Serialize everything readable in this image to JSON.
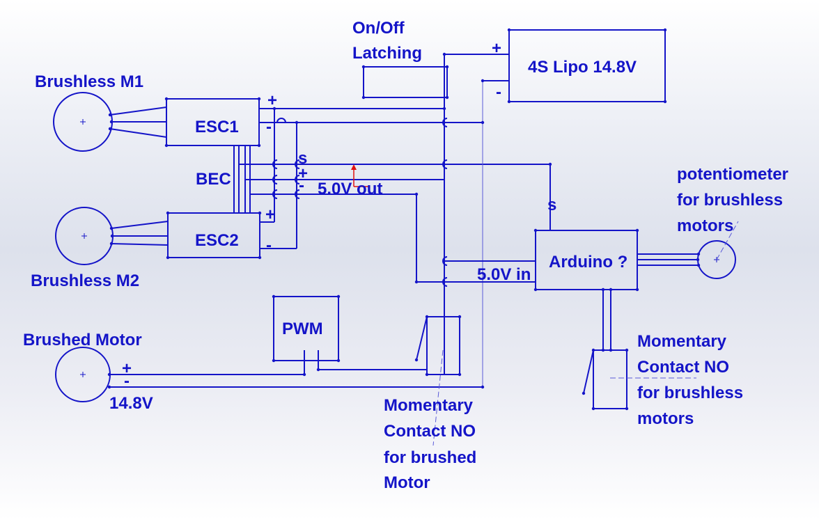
{
  "labels": {
    "on_off_1": "On/Off",
    "on_off_2": "Latching",
    "lipo": "4S Lipo 14.8V",
    "lipo_plus": "+",
    "lipo_minus": "-",
    "brushless_m1": "Brushless M1",
    "brushless_m2": "Brushless M2",
    "esc1": "ESC1",
    "esc2": "ESC2",
    "bec": "BEC",
    "esc1_plus": "+",
    "esc1_minus": "-",
    "esc2_plus": "+",
    "esc2_minus": "-",
    "bec_s": "s",
    "bec_plus": "+",
    "bec_minus": "-",
    "out_5v": "5.0V out",
    "in_5v": "5.0V in",
    "arduino": "Arduino ?",
    "arduino_s": "s",
    "pot_1": "potentiometer",
    "pot_2": "for brushless",
    "pot_3": "motors",
    "pwm": "PWM",
    "brushed_motor": "Brushed Motor",
    "brushed_plus": "+",
    "brushed_minus": "-",
    "brushed_voltage": "14.8V",
    "mc_brushed_1": "Momentary",
    "mc_brushed_2": "Contact NO",
    "mc_brushed_3": "for brushed",
    "mc_brushed_4": "Motor",
    "mc_brushless_1": "Momentary",
    "mc_brushless_2": "Contact NO",
    "mc_brushless_3": "for brushless",
    "mc_brushless_4": "motors"
  },
  "colors": {
    "line": "#1414c8",
    "marker": "#e01010"
  }
}
